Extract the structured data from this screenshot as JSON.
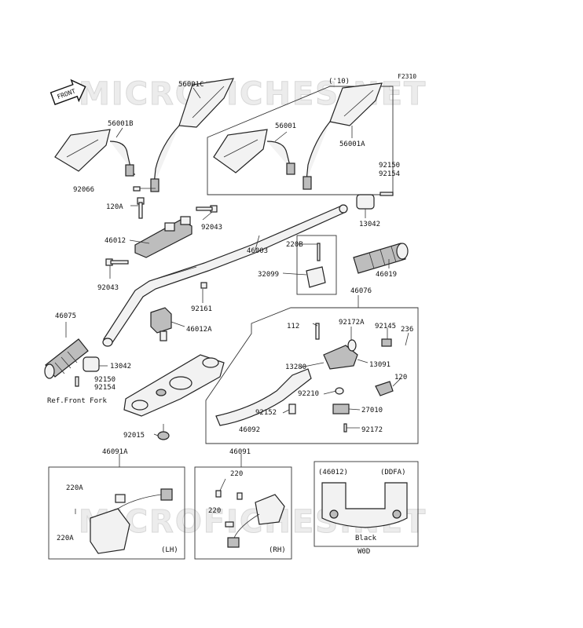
{
  "watermark": "MICROFICHES.NET",
  "figure_code": "F2310",
  "front_badge": "FRONT",
  "inset_mirror_year": "('10)",
  "parts": {
    "p56001C": "56001C",
    "p56001B": "56001B",
    "p56001": "56001",
    "p56001A": "56001A",
    "p92150_top": "92150",
    "p92154_top": "92154",
    "p92066": "92066",
    "p120A": "120A",
    "p92043_top": "92043",
    "p46012": "46012",
    "p46003": "46003",
    "p13042_top": "13042",
    "p92043_left": "92043",
    "p220B": "220B",
    "p32099": "32099",
    "p46019": "46019",
    "p92161": "92161",
    "p46075": "46075",
    "p46012A": "46012A",
    "p46076": "46076",
    "p112": "112",
    "p92172A": "92172A",
    "p92145": "92145",
    "p236": "236",
    "p13280": "13280",
    "p13091": "13091",
    "p13042_bot": "13042",
    "p92150_bot": "92150",
    "p92154_bot": "92154",
    "p120": "120",
    "p92210": "92210",
    "p27010": "27010",
    "p92152": "92152",
    "p46092": "46092",
    "p92172": "92172",
    "p92015": "92015",
    "p46091A": "46091A",
    "p46091": "46091",
    "p220A_1": "220A",
    "p220A_2": "220A",
    "p220_1": "220",
    "p220_2": "220"
  },
  "ref_front_fork": "Ref.Front Fork",
  "lh_tag": "(LH)",
  "rh_tag": "(RH)",
  "detail_box": {
    "ref_code": "(46012)",
    "variant": "(DDFA)",
    "color": "Black",
    "note": "W0D"
  }
}
